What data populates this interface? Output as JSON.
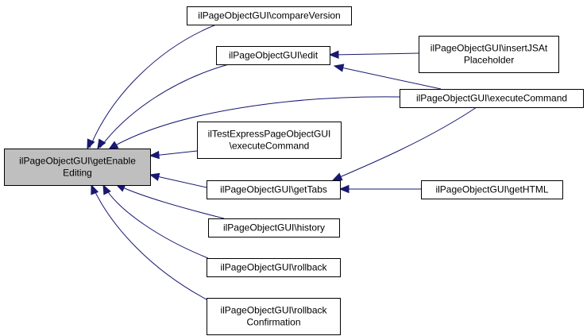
{
  "diagram": {
    "colors": {
      "edge": "#191970",
      "node_border": "#000000",
      "node_fill": "#ffffff",
      "focus_fill": "#bfbfbf",
      "text": "#000000"
    },
    "nodes": {
      "getEnableEditing": {
        "lines": [
          "ilPageObjectGUI\\getEnable",
          "Editing"
        ],
        "focus": true
      },
      "compareVersion": {
        "lines": [
          "ilPageObjectGUI\\compareVersion"
        ]
      },
      "edit": {
        "lines": [
          "ilPageObjectGUI\\edit"
        ]
      },
      "insertJSAtPlaceholder": {
        "lines": [
          "ilPageObjectGUI\\insertJSAt",
          "Placeholder"
        ]
      },
      "executeCommand": {
        "lines": [
          "ilPageObjectGUI\\executeCommand"
        ]
      },
      "testExpressExecuteCommand": {
        "lines": [
          "ilTestExpressPageObjectGUI",
          "\\executeCommand"
        ]
      },
      "getTabs": {
        "lines": [
          "ilPageObjectGUI\\getTabs"
        ]
      },
      "getHTML": {
        "lines": [
          "ilPageObjectGUI\\getHTML"
        ]
      },
      "history": {
        "lines": [
          "ilPageObjectGUI\\history"
        ]
      },
      "rollback": {
        "lines": [
          "ilPageObjectGUI\\rollback"
        ]
      },
      "rollbackConfirmation": {
        "lines": [
          "ilPageObjectGUI\\rollback",
          "Confirmation"
        ]
      }
    },
    "edges": [
      {
        "from": "compareVersion",
        "to": "getEnableEditing"
      },
      {
        "from": "edit",
        "to": "getEnableEditing"
      },
      {
        "from": "executeCommand",
        "to": "getEnableEditing"
      },
      {
        "from": "testExpressExecuteCommand",
        "to": "getEnableEditing"
      },
      {
        "from": "getTabs",
        "to": "getEnableEditing"
      },
      {
        "from": "history",
        "to": "getEnableEditing"
      },
      {
        "from": "rollback",
        "to": "getEnableEditing"
      },
      {
        "from": "rollbackConfirmation",
        "to": "getEnableEditing"
      },
      {
        "from": "insertJSAtPlaceholder",
        "to": "edit"
      },
      {
        "from": "executeCommand",
        "to": "edit"
      },
      {
        "from": "executeCommand",
        "to": "getTabs"
      },
      {
        "from": "getHTML",
        "to": "getTabs"
      }
    ]
  }
}
